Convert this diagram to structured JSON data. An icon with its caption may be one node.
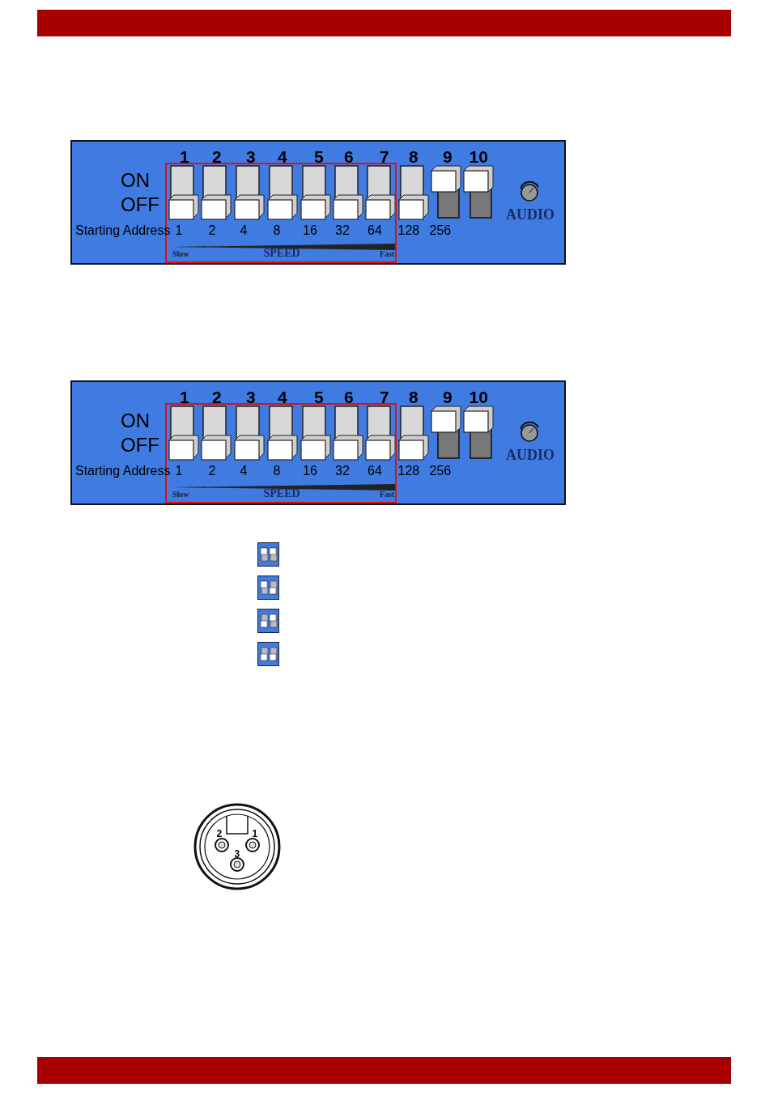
{
  "diagram": {
    "labels": [
      "1",
      "2",
      "3",
      "4",
      "5",
      "6",
      "7",
      "8",
      "9",
      "10",
      "ON",
      "OFF",
      "Starting Address",
      "1",
      "2",
      "4",
      "8",
      "16",
      "32",
      "64",
      "128",
      "256",
      "Slow",
      "SPEED",
      "Fast",
      "AUDIO",
      "1",
      "2",
      "3",
      "4",
      "5",
      "6",
      "7",
      "8",
      "9",
      "10",
      "ON",
      "OFF",
      "Starting Address",
      "1",
      "2",
      "4",
      "8",
      "16",
      "32",
      "64",
      "128",
      "256",
      "Slow",
      "SPEED",
      "Fast",
      "AUDIO",
      "2",
      "1",
      "3"
    ]
  }
}
